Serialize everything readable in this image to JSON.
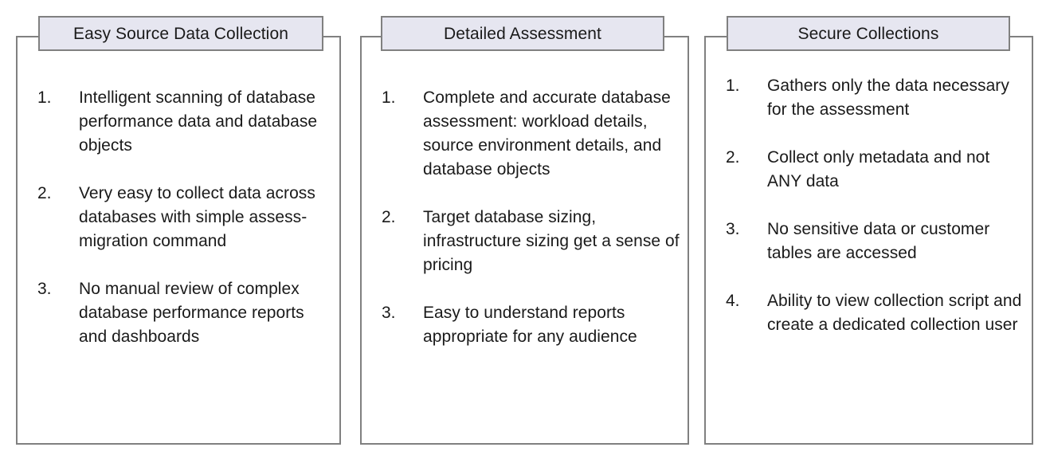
{
  "columns": [
    {
      "header": "Easy Source Data Collection",
      "items": [
        {
          "number": "1.",
          "text": "Intelligent scanning of database performance data and database objects"
        },
        {
          "number": "2.",
          "text": "Very easy to collect data across databases with simple assess-migration command"
        },
        {
          "number": "3.",
          "text": "No manual review of complex database performance reports and dashboards"
        }
      ]
    },
    {
      "header": "Detailed Assessment",
      "items": [
        {
          "number": "1.",
          "text": "Complete and accurate database assessment: workload details, source environment details, and database objects"
        },
        {
          "number": "2.",
          "text": "Target database sizing, infrastructure sizing get a sense of pricing"
        },
        {
          "number": "3.",
          "text": "Easy to understand reports appropriate for any audience"
        }
      ]
    },
    {
      "header": "Secure Collections",
      "items": [
        {
          "number": "1.",
          "text": "Gathers only the data necessary for the assessment"
        },
        {
          "number": "2.",
          "text": "Collect only metadata and not ANY data"
        },
        {
          "number": "3.",
          "text": "No sensitive data or customer tables are accessed"
        },
        {
          "number": "4.",
          "text": "Ability to view collection script and create a dedicated collection user"
        }
      ]
    }
  ],
  "colors": {
    "header_fill": "#e6e6f0",
    "border": "#808080",
    "text": "#1a1a1a",
    "background": "#ffffff"
  }
}
